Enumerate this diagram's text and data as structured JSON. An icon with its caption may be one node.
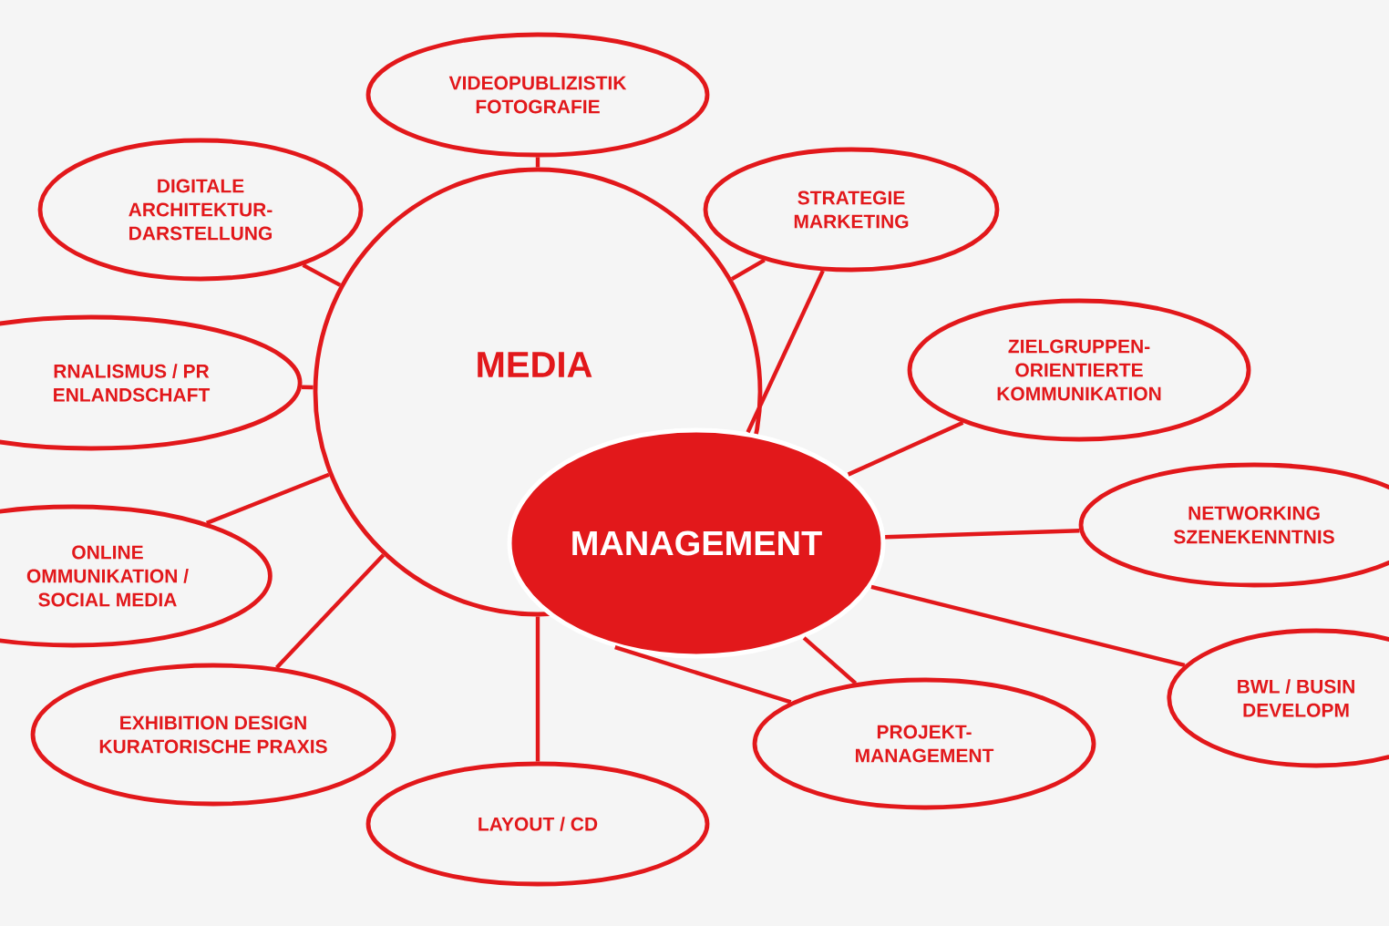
{
  "diagram": {
    "nodes": [
      {
        "text": [
          "MEDIA"
        ]
      },
      {
        "text": [
          "MANAGEMENT"
        ]
      },
      {
        "text": [
          "VIDEOPUBLIZISTIK FOTOGRAFIE"
        ]
      },
      {
        "text": [
          "DIGITALE ARCHITEKTUR- DARSTELLUNG"
        ]
      },
      {
        "text": [
          "STRATEGIE MARKETING"
        ]
      },
      {
        "text": [
          "RNALISMUS / PR ENLANDSCHAFT"
        ]
      },
      {
        "text": [
          "ZIELGRUPPEN- ORIENTIERTE KOMMUNIKATION"
        ]
      },
      {
        "text": [
          "NETWORKING SZENEKENNTNIS"
        ]
      },
      {
        "text": [
          "ONLINE OMMUNIKATION / SOCIAL MEDIA"
        ]
      },
      {
        "text": [
          "BWL / BUSIN DEVELOPM"
        ]
      },
      {
        "text": [
          "EXHIBITION DESIGN KURATORISCHE PRAXIS"
        ]
      },
      {
        "text": [
          "PROJEKT- MANAGEMENT"
        ]
      },
      {
        "text": [
          "LAYOUT / CD"
        ]
      }
    ],
    "edges": [
      {
        "from": 0,
        "to": 2,
        "arrow": "none"
      },
      {
        "from": 0,
        "to": 3,
        "arrow": "none"
      },
      {
        "from": 0,
        "to": 4,
        "arrow": "none"
      },
      {
        "from": 0,
        "to": 5,
        "arrow": "none"
      },
      {
        "from": 0,
        "to": 8,
        "arrow": "none"
      },
      {
        "from": 0,
        "to": 10,
        "arrow": "none"
      },
      {
        "from": 0,
        "to": 12,
        "arrow": "none"
      },
      {
        "from": 1,
        "to": 4,
        "arrow": "none"
      },
      {
        "from": 1,
        "to": 6,
        "arrow": "none"
      },
      {
        "from": 1,
        "to": 7,
        "arrow": "none"
      },
      {
        "from": 1,
        "to": 9,
        "arrow": "none"
      },
      {
        "from": 1,
        "to": 11,
        "arrow": "none"
      },
      {
        "from": 1,
        "to": 11,
        "arrow": "none"
      }
    ]
  }
}
